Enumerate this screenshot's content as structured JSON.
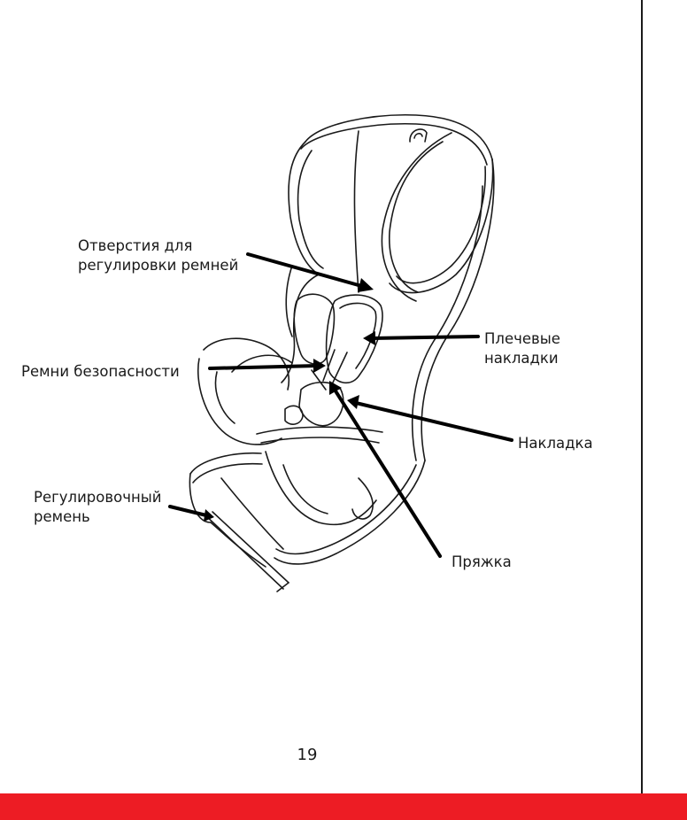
{
  "labels": {
    "harness_slots": "Отверстия для\nрегулировки ремней",
    "shoulder_pads": "Плечевые\nнакладки",
    "safety_belts": "Ремни безопасности",
    "crotch_pad": "Накладка",
    "adjuster_strap": "Регулировочный\nремень",
    "buckle": "Пряжка"
  },
  "page_number": "19",
  "colors": {
    "accent_bar": "#ED1C24",
    "ink": "#1a1a1a"
  }
}
